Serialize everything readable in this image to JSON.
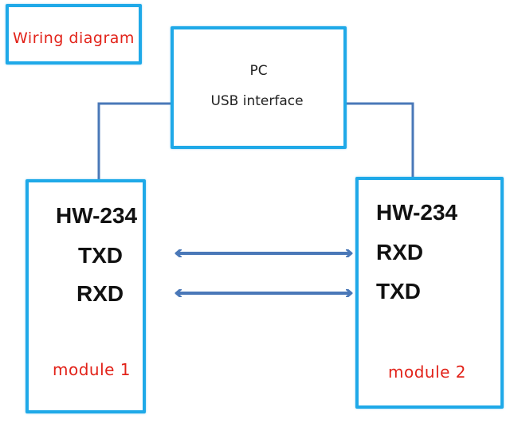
{
  "title": "Wiring diagram",
  "pc": {
    "title": "PC",
    "interface": "USB interface"
  },
  "modules": [
    {
      "name": "module 1",
      "part": "HW-234",
      "pins": [
        "TXD",
        "RXD"
      ]
    },
    {
      "name": "module 2",
      "part": "HW-234",
      "pins": [
        "RXD",
        "TXD"
      ]
    }
  ],
  "connections": [
    {
      "from": "module 1 TXD",
      "to": "module 2 RXD",
      "type": "bidirectional-arrow"
    },
    {
      "from": "module 1 RXD",
      "to": "module 2 TXD",
      "type": "bidirectional-arrow"
    },
    {
      "from": "PC USB interface",
      "to": "module 1",
      "type": "line"
    },
    {
      "from": "PC USB interface",
      "to": "module 2",
      "type": "line"
    }
  ],
  "colors": {
    "box_border": "#1fa9e8",
    "line": "#4a78b8",
    "accent_text": "#e2231a"
  }
}
